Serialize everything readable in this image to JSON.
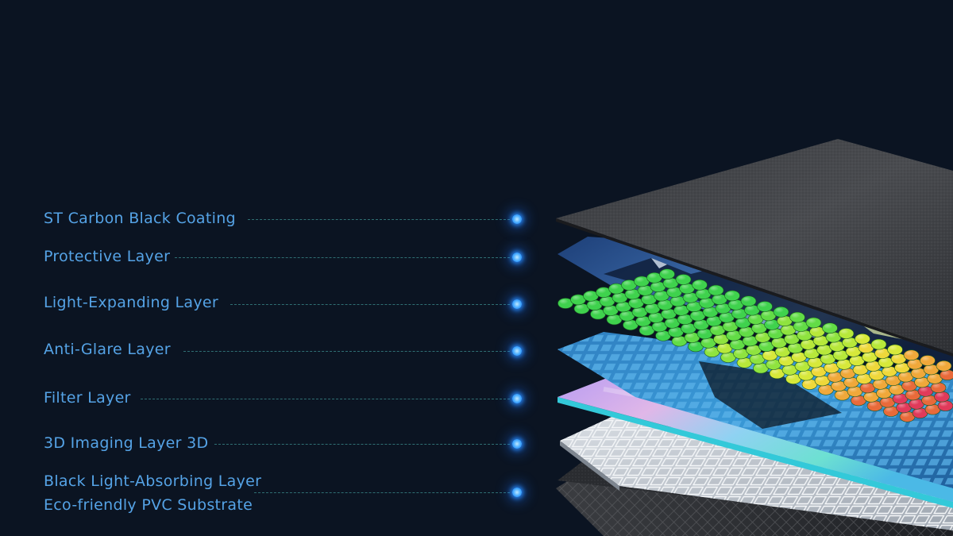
{
  "layers": [
    {
      "label": "ST Carbon Black Coating"
    },
    {
      "label": "Protective Layer"
    },
    {
      "label": "Light-Expanding Layer"
    },
    {
      "label": "Anti-Glare Layer"
    },
    {
      "label": "Filter Layer"
    },
    {
      "label": "3D Imaging Layer 3D"
    },
    {
      "label": "Black Light-Absorbing Layer"
    },
    {
      "label": "Eco-friendly PVC Substrate"
    }
  ],
  "colors": {
    "background": "#0b1422",
    "label_text": "#55a3e6",
    "leader_line": "#2f6f73",
    "marker_glow": "#1c78ff"
  },
  "icons": [
    "glow-dot-icon"
  ]
}
